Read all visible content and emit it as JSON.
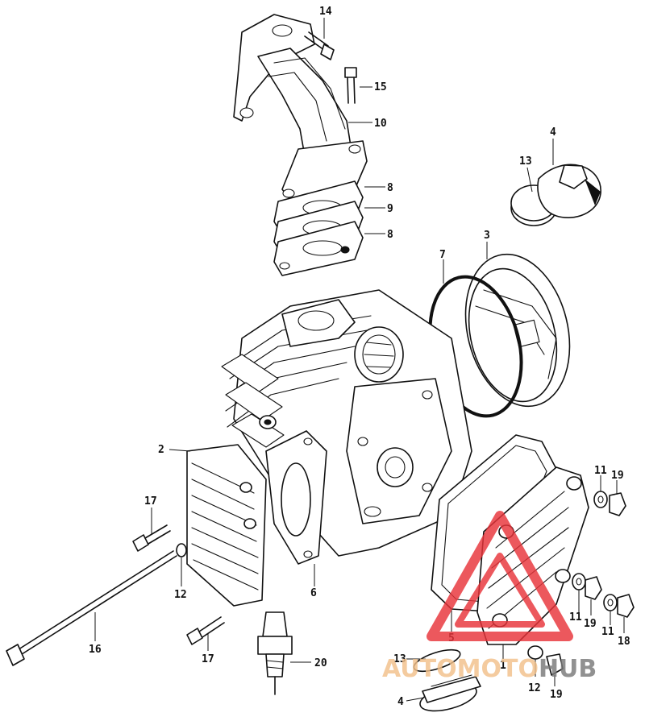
{
  "diagram": {
    "callouts": {
      "c14": "14",
      "c15": "15",
      "c10": "10",
      "c8a": "8",
      "c9": "9",
      "c8b": "8",
      "c4a": "4",
      "c13a": "13",
      "c3": "3",
      "c7": "7",
      "c2": "2",
      "c17a": "17",
      "c12a": "12",
      "c6": "6",
      "c16": "16",
      "c17b": "17",
      "c20": "20",
      "c11a": "11",
      "c19a": "19",
      "c11b": "11",
      "c19b": "19",
      "c11c": "11",
      "c18": "18",
      "c5": "5",
      "c1": "1",
      "c13b": "13",
      "c4b": "4",
      "c12b": "12",
      "c19c": "19"
    }
  },
  "watermark": {
    "text_part1": "AUTOMOTO",
    "text_part2": "HUB",
    "color_triangle": "#e8343a",
    "color_text1": "#f2c08a",
    "color_text2": "#7a7a7a"
  }
}
